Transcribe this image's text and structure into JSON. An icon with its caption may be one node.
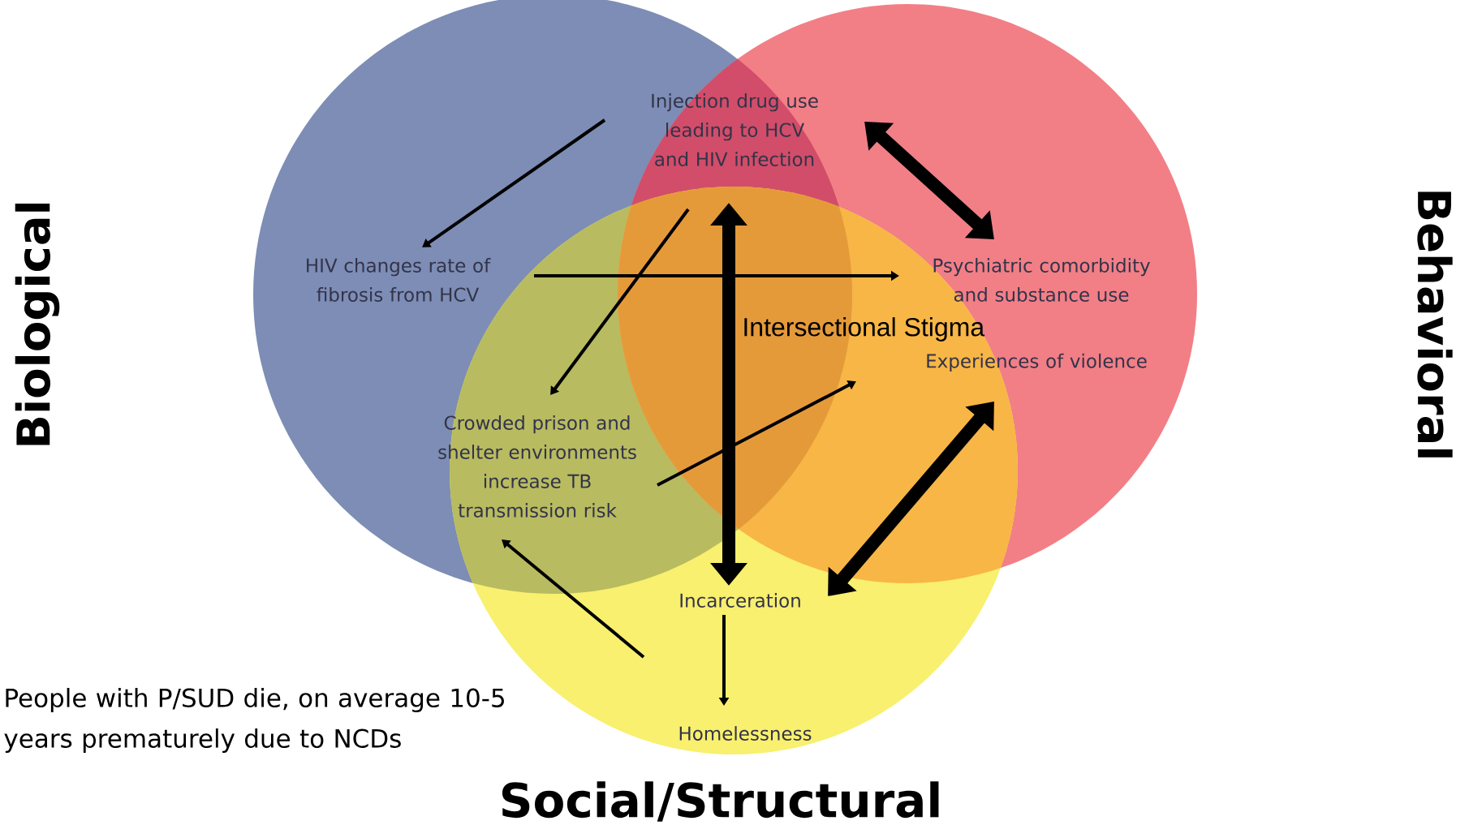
{
  "diagram": {
    "nodes": [
      {
        "text": [
          "Injection drug use leading to HCV and HIV infection"
        ]
      },
      {
        "text": [
          "HIV changes rate of fibrosis from HCV"
        ]
      },
      {
        "text": [
          "Psychiatric comorbidity and substance use"
        ]
      },
      {
        "text": [
          "Experiences of violence"
        ]
      },
      {
        "text": [
          "Crowded prison and shelter environments increase TB transmission risk"
        ]
      },
      {
        "text": [
          "Incarceration"
        ]
      },
      {
        "text": [
          "Homelessness"
        ]
      }
    ],
    "edges": [
      {
        "from": 0,
        "to": 1,
        "arrow": "to"
      },
      {
        "from": 1,
        "to": 2,
        "arrow": "to"
      },
      {
        "from": 0,
        "to": 2,
        "arrow": "both",
        "style": "thick"
      },
      {
        "from": 0,
        "to": 5,
        "arrow": "both",
        "style": "thick"
      },
      {
        "from": 0,
        "to": 4,
        "arrow": "to"
      },
      {
        "from": 4,
        "to": 3,
        "arrow": "to"
      },
      {
        "from": 5,
        "to": 3,
        "arrow": "both",
        "style": "thick"
      },
      {
        "from": null,
        "to": 4,
        "arrow": "to"
      },
      {
        "from": 5,
        "to": 6,
        "arrow": "to"
      }
    ],
    "labels": [
      "Biological",
      "Behavioral",
      "Intersectional Stigma",
      "Social/Structural",
      "People with P/SUD die, on average 10-5 years prematurely due to NCDs"
    ]
  }
}
